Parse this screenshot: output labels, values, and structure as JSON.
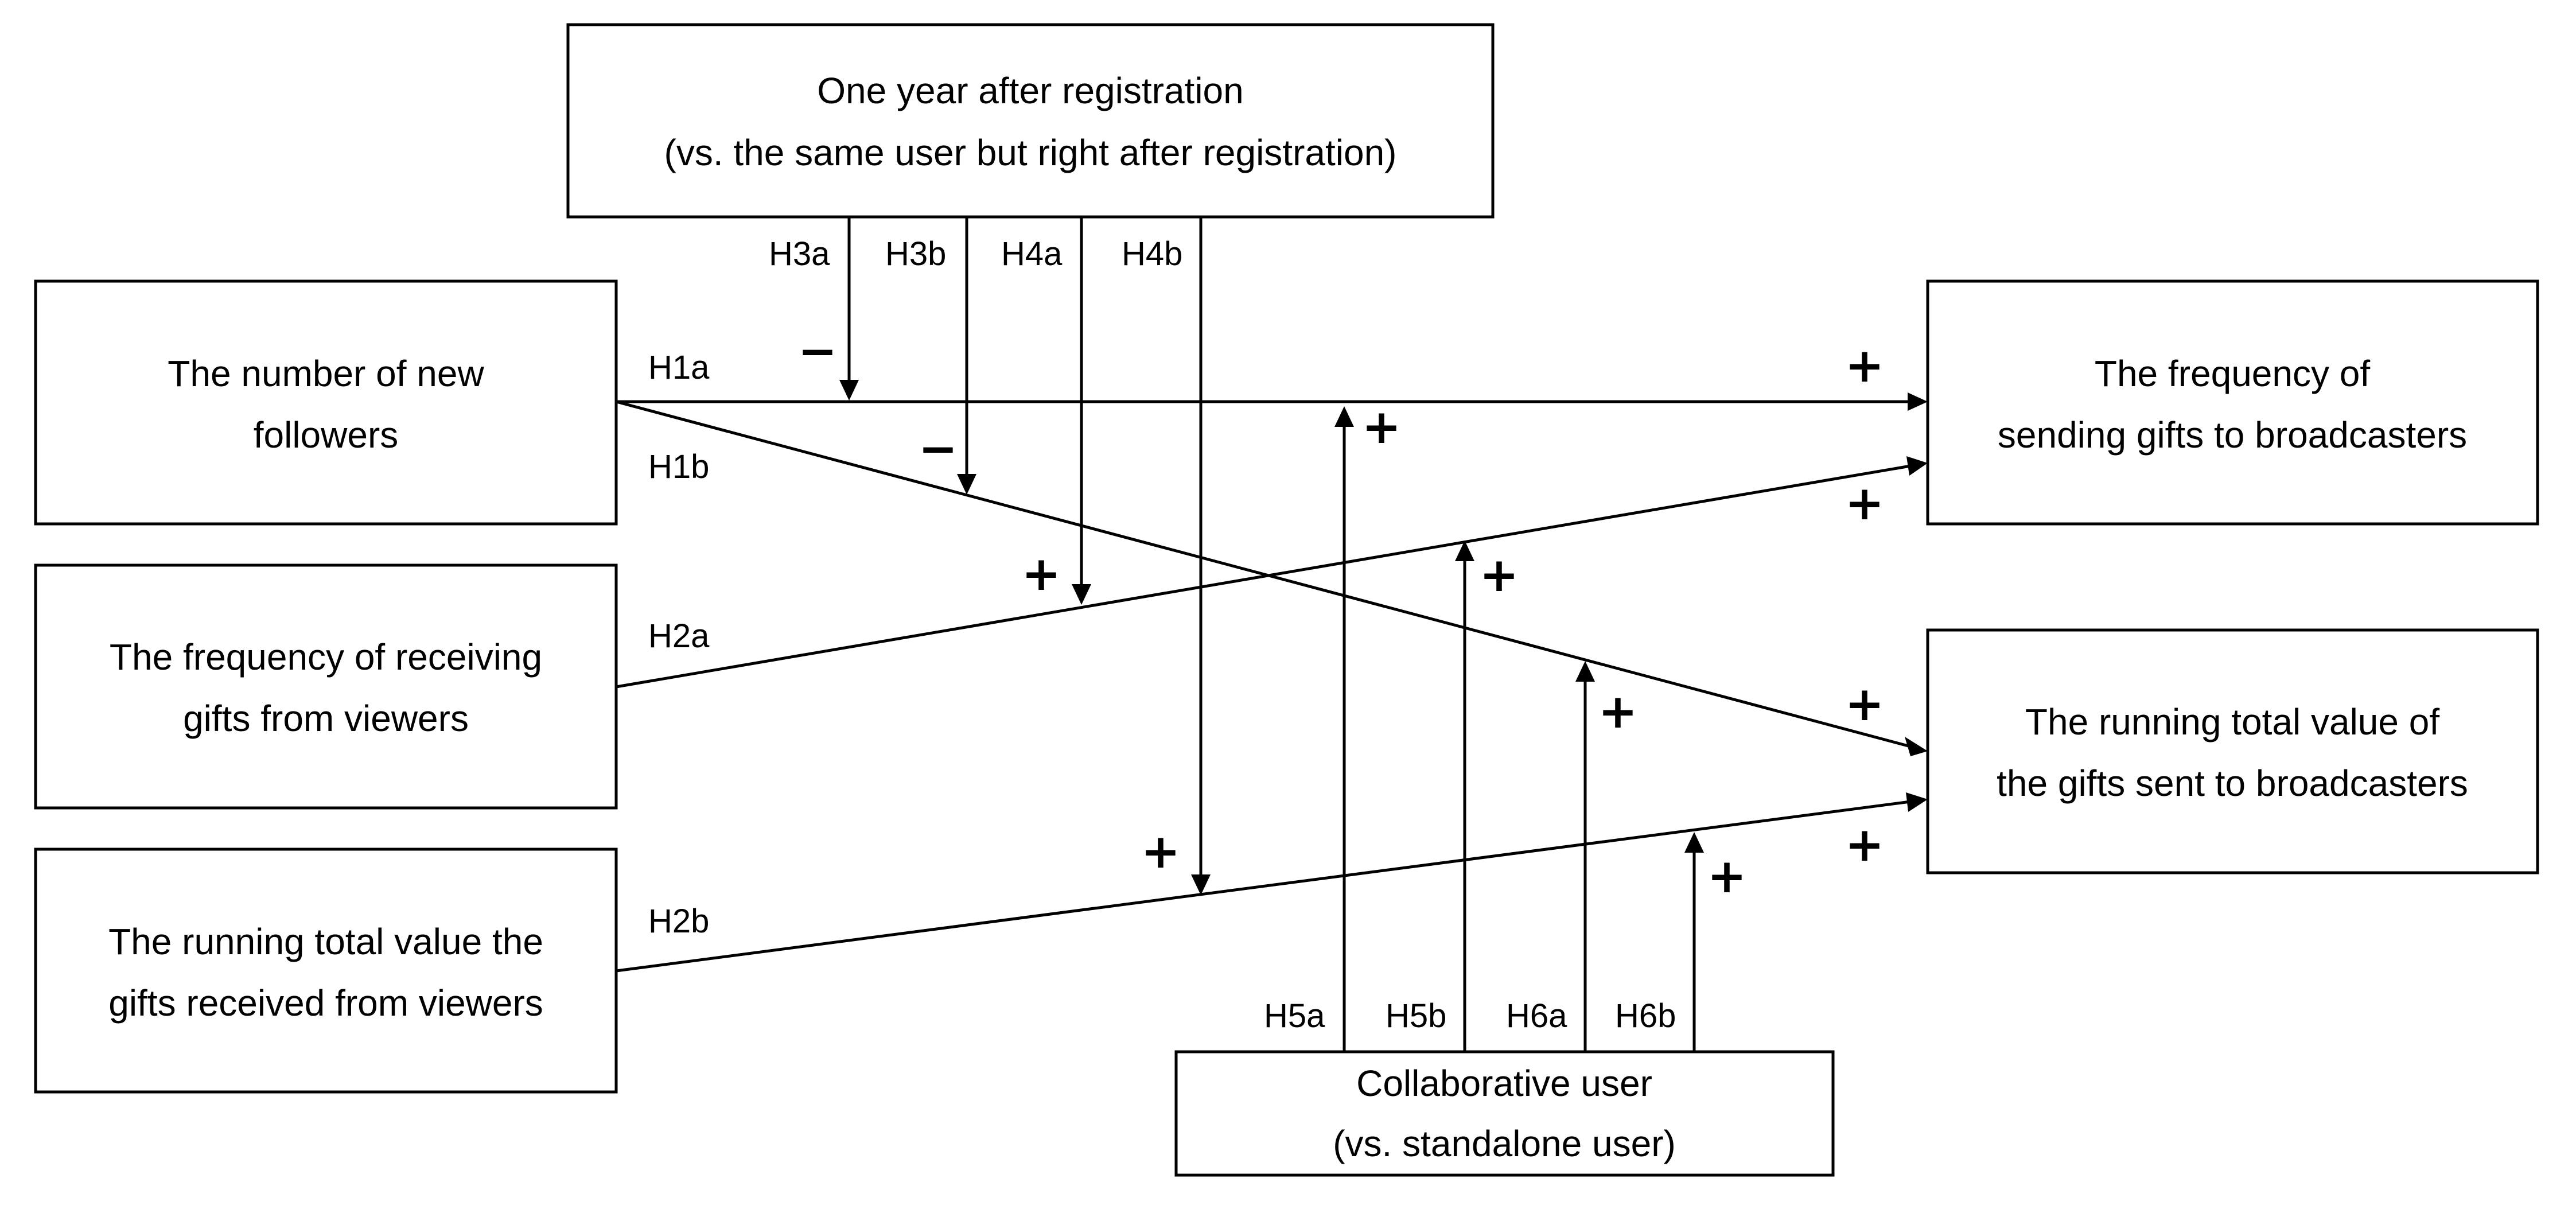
{
  "boxes": {
    "moderator_top": [
      "One year after registration",
      "(vs. the same user but right after registration)"
    ],
    "new_followers": [
      "The number of new",
      "followers"
    ],
    "freq_receiving": [
      "The frequency of receiving",
      "gifts from viewers"
    ],
    "value_received": [
      "The running total value the",
      "gifts received from viewers"
    ],
    "freq_sending": [
      "The frequency of",
      "sending gifts to broadcasters"
    ],
    "value_sent": [
      "The running total value of",
      "the gifts sent to broadcasters"
    ],
    "moderator_bottom": [
      "Collaborative user",
      "(vs. standalone user)"
    ]
  },
  "hypotheses": {
    "H1a": "H1a",
    "H1b": "H1b",
    "H2a": "H2a",
    "H2b": "H2b",
    "H3a": "H3a",
    "H3b": "H3b",
    "H4a": "H4a",
    "H4b": "H4b",
    "H5a": "H5a",
    "H5b": "H5b",
    "H6a": "H6a",
    "H6b": "H6b"
  },
  "signs": {
    "positive": "+",
    "negative": "−"
  },
  "colors": {
    "stroke": "#000000",
    "background": "#ffffff"
  }
}
